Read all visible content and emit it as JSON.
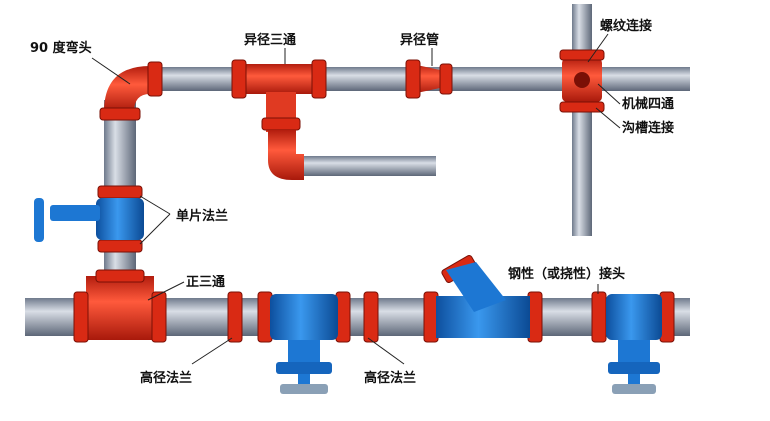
{
  "labels": {
    "elbow_90": "90 度弯头",
    "reducing_tee": "异径三通",
    "reducer": "异径管",
    "threaded": "螺纹连接",
    "mech_cross": "机械四通",
    "groove": "沟槽连接",
    "single_flange": "单片法兰",
    "equal_tee": "正三通",
    "coupling": "钢性（或挠性）接头",
    "flange_left": "高径法兰",
    "flange_mid": "高径法兰"
  },
  "colors": {
    "pipe": "#a9b3c2",
    "fitting_red": "#e8361f",
    "valve_blue": "#1d77d3"
  }
}
